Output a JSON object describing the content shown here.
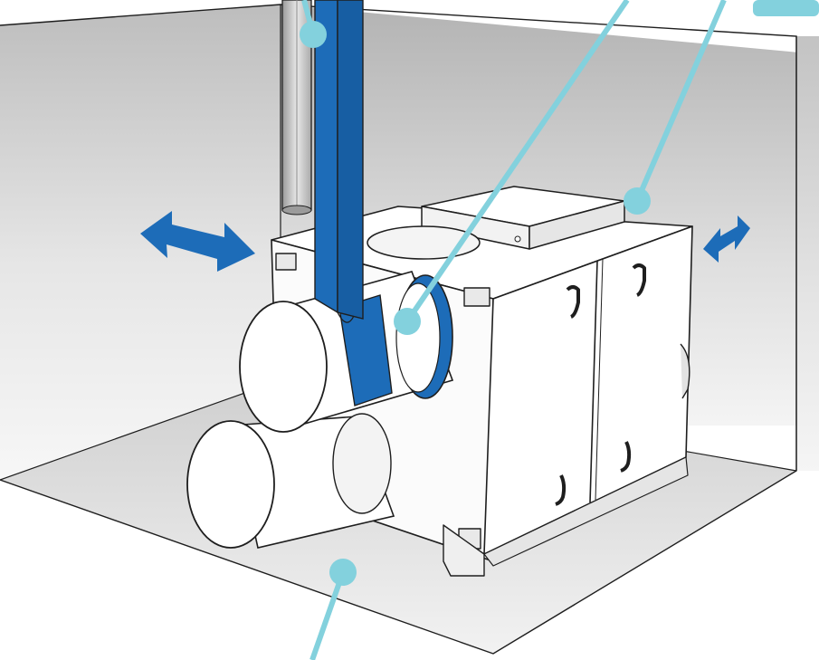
{
  "diagram": {
    "colors": {
      "wall_light": "#f6f6f6",
      "wall_dark": "#b9b9b9",
      "floor": "#d9d9d9",
      "outline": "#1e1e1e",
      "accent_blue": "#1d6cb8",
      "callout_teal": "#83d1dd",
      "unit_body": "#ffffff"
    },
    "callouts": [
      {
        "id": "vertical-duct-callout"
      },
      {
        "id": "collar-callout"
      },
      {
        "id": "top-panel-callout"
      },
      {
        "id": "label-tab"
      },
      {
        "id": "floor-callout"
      }
    ],
    "arrows": [
      {
        "id": "left-clearance-arrow"
      },
      {
        "id": "right-clearance-arrow"
      }
    ]
  }
}
